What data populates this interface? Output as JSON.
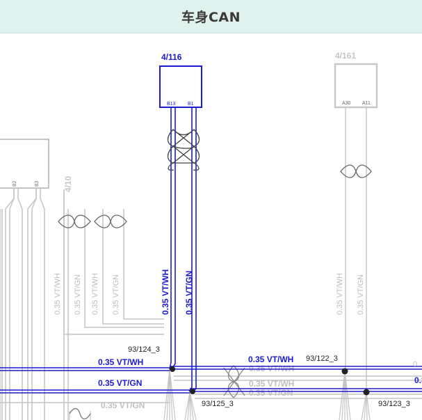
{
  "title": "车身CAN",
  "colors": {
    "header_bg": "#dff2ee",
    "active": "#1a1ad0",
    "inactive": "#b4b4b4",
    "text_dark": "#222222"
  },
  "connectors": {
    "active_box": {
      "label": "4/116",
      "pins": [
        "B13",
        "B1"
      ]
    },
    "right_box": {
      "label": "4/161",
      "pins": [
        "A30",
        "A11"
      ]
    },
    "left_box": {
      "label": "4/10",
      "pins": [
        "B2",
        "B3"
      ]
    }
  },
  "wires": {
    "active_vertical": [
      "0.35 VT/WH",
      "0.35 VT/GN"
    ],
    "right_vertical": [
      "0.35 VT/WH",
      "0.35 VT/GN"
    ],
    "left_vertical": [
      "0.35 VT/WH",
      "0.35 VT/GN",
      "0.35 VT/WH",
      "0.35 VT/GN"
    ],
    "horizontal_active": [
      "0.35 VT/WH",
      "0.35 VT/GN"
    ],
    "horizontal_mid": [
      "0.35 VT/WH",
      "0.35 VT/GN"
    ],
    "horizontal_faded": [
      "0.35 VT/WH",
      "0.35 VT/GN"
    ],
    "bottom_faded": "0.35 VT/GN",
    "edge_right_top": "0.",
    "edge_right_bottom": "0.3"
  },
  "splices": [
    "93/124_3",
    "93/122_3",
    "93/125_3",
    "93/123_3"
  ]
}
